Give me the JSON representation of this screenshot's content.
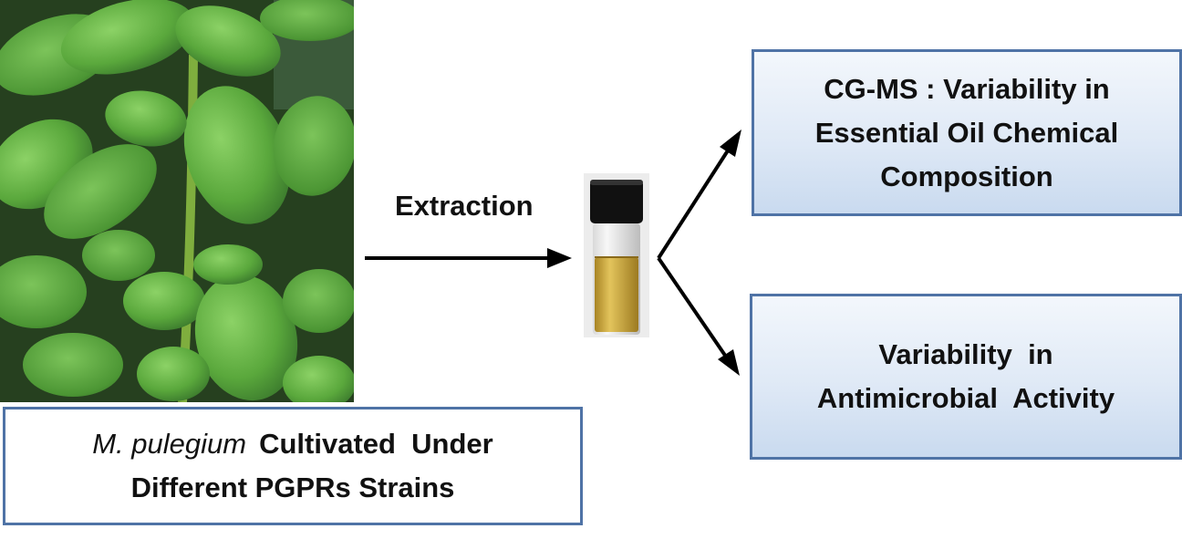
{
  "diagram": {
    "plant_caption": {
      "species": "M. pulegium",
      "line1_rest": "Cultivated  Under",
      "line2": "Different PGPRs Strains"
    },
    "process_label": "Extraction",
    "outcomes": [
      {
        "lines": [
          "CG-MS : Variability in",
          "Essential Oil Chemical",
          "Composition"
        ]
      },
      {
        "lines": [
          "Variability  in",
          "Antimicrobial  Activity"
        ]
      }
    ],
    "colors": {
      "box_border": "#4f73a6",
      "box_fill": "#dfe9f6",
      "leaf": "#5aa83c",
      "oil": "#c9a23a"
    },
    "icons": [
      "plant-photo",
      "vial-icon",
      "arrow-right-icon",
      "arrow-up-right-icon",
      "arrow-down-right-icon"
    ]
  }
}
